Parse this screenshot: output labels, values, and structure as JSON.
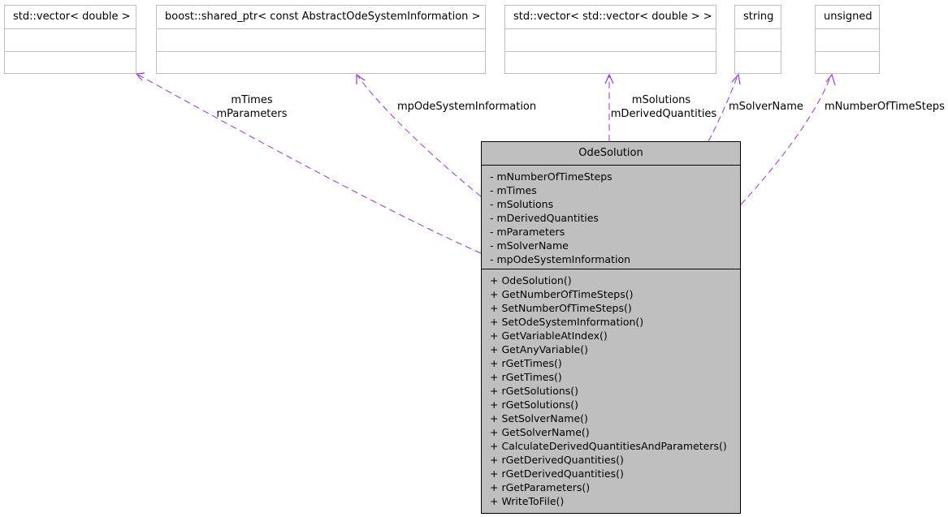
{
  "colors": {
    "edge": "#9a32cd",
    "box_border": "#bfbfbf",
    "main_fill": "#bfbfbf"
  },
  "classes": [
    {
      "name": "std::vector< double >"
    },
    {
      "name": "boost::shared_ptr< const AbstractOdeSystemInformation >"
    },
    {
      "name": "std::vector< std::vector< double > >"
    },
    {
      "name": "string"
    },
    {
      "name": "unsigned"
    }
  ],
  "main_class": {
    "name": "OdeSolution",
    "attributes": [
      "- mNumberOfTimeSteps",
      "- mTimes",
      "- mSolutions",
      "- mDerivedQuantities",
      "- mParameters",
      "- mSolverName",
      "- mpOdeSystemInformation"
    ],
    "operations": [
      "+ OdeSolution()",
      "+ GetNumberOfTimeSteps()",
      "+ SetNumberOfTimeSteps()",
      "+ SetOdeSystemInformation()",
      "+ GetVariableAtIndex()",
      "+ GetAnyVariable()",
      "+ rGetTimes()",
      "+ rGetTimes()",
      "+ rGetSolutions()",
      "+ rGetSolutions()",
      "+ SetSolverName()",
      "+ GetSolverName()",
      "+ CalculateDerivedQuantitiesAndParameters()",
      "+ rGetDerivedQuantities()",
      "+ rGetDerivedQuantities()",
      "+ rGetParameters()",
      "+ WriteToFile()"
    ]
  },
  "edges": [
    {
      "labels": [
        "mTimes",
        "mParameters"
      ]
    },
    {
      "labels": [
        "mpOdeSystemInformation"
      ]
    },
    {
      "labels": [
        "mSolutions",
        "mDerivedQuantities"
      ]
    },
    {
      "labels": [
        "mSolverName"
      ]
    },
    {
      "labels": [
        "mNumberOfTimeSteps"
      ]
    }
  ]
}
